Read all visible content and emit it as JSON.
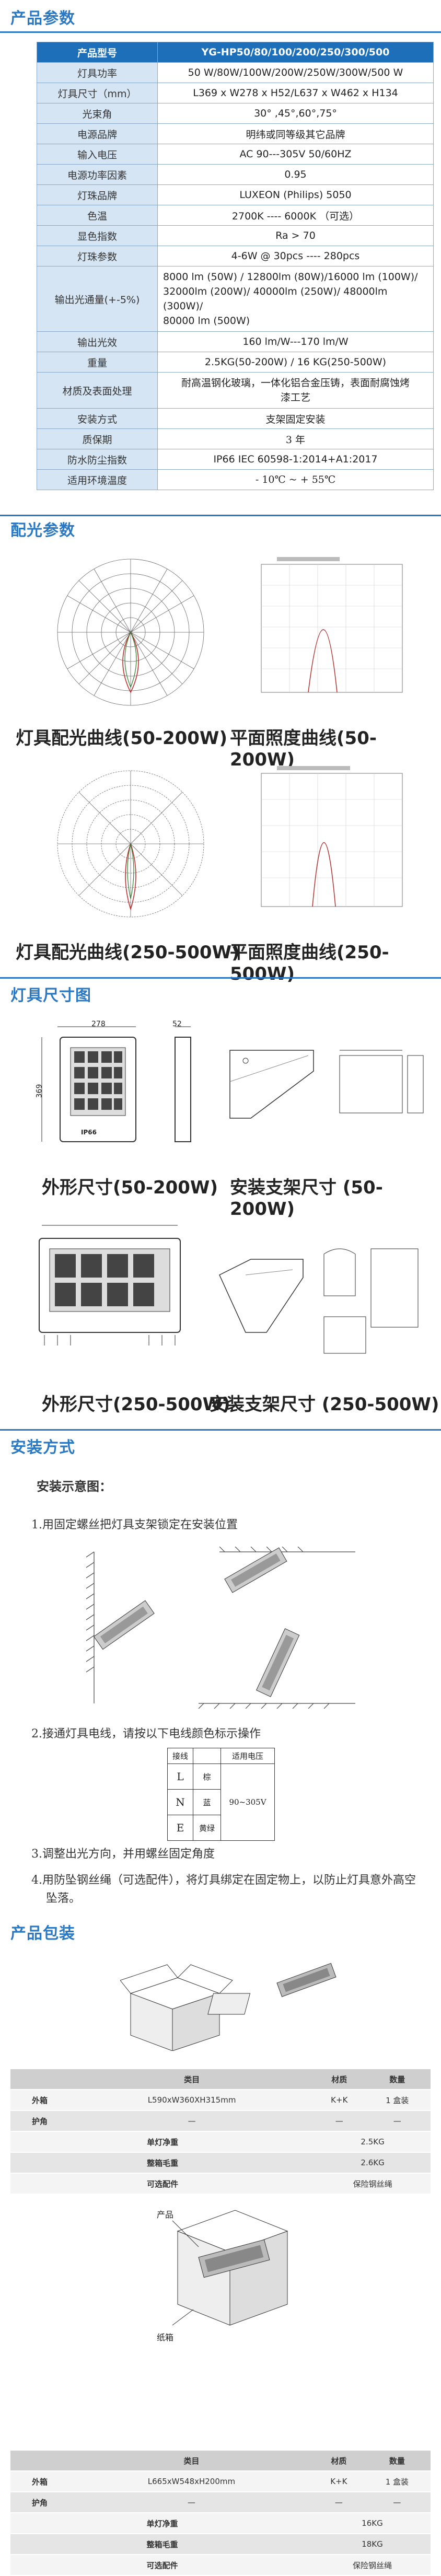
{
  "sections": {
    "params": "产品参数",
    "optics": "配光参数",
    "size": "灯具尺寸图",
    "install": "安装方式",
    "package": "产品包装"
  },
  "spec": {
    "header": {
      "k": "产品型号",
      "v": "YG-HP50/80/100/200/250/300/500"
    },
    "rows": [
      {
        "k": "灯具功率",
        "v": "50 W/80W/100W/200W/250W/300W/500 W"
      },
      {
        "k": "灯具尺寸（mm）",
        "v": "L369 x W278 x H52/L637 x W462 x H134"
      },
      {
        "k": "光束角",
        "v": "30° ,45°,60°,75°"
      },
      {
        "k": "电源品牌",
        "v": "明纬或同等级其它品牌"
      },
      {
        "k": "输入电压",
        "v": "AC 90---305V 50/60HZ"
      },
      {
        "k": "电源功率因素",
        "v": "0.95"
      },
      {
        "k": "灯珠品牌",
        "v": "LUXEON (Philips) 5050"
      },
      {
        "k": "色温",
        "v": "2700K ---- 6000K   （可选）"
      },
      {
        "k": "显色指数",
        "v": "Ra > 70"
      },
      {
        "k": "灯珠参数",
        "v": "4-6W @ 30pcs ---- 280pcs"
      }
    ],
    "flux": {
      "k": "输出光通量(+-5%)",
      "line1": "8000 lm (50W) / 12800lm (80W)/16000 lm (100W)/",
      "line2": "32000lm (200W)/ 40000lm (250W)/ 48000lm (300W)/",
      "line3": "80000 lm (500W)"
    },
    "rows2": [
      {
        "k": "输出光效",
        "v": "160 lm/W---170 lm/W"
      },
      {
        "k": "重量",
        "v": "2.5KG(50-200W) / 16 KG(250-500W)"
      }
    ],
    "material": {
      "k": "材质及表面处理",
      "line1": "耐高温钢化玻璃，一体化铝合金压铸，表面耐腐蚀烤",
      "line2": "漆工艺"
    },
    "rows3": [
      {
        "k": "安装方式",
        "v": "支架固定安装"
      },
      {
        "k": "质保期",
        "v": "3   年"
      },
      {
        "k": "防水防尘指数",
        "v": "IP66 IEC 60598-1:2014+A1:2017"
      },
      {
        "k": "适用环境温度",
        "v": "- 10℃ ~ + 55℃"
      }
    ]
  },
  "optics": {
    "cap1": "灯具配光曲线(50-200W)",
    "cap2": "平面照度曲线(50-200W)",
    "cap3": "灯具配光曲线(250-500W)",
    "cap4": "平面照度曲线(250-500W)"
  },
  "size": {
    "cap1": "外形尺寸(50-200W)",
    "cap2": "安装支架尺寸  (50-200W)",
    "cap3": "外形尺寸(250-500W)",
    "cap4": "安装支架尺寸  (250-500W)",
    "dim_w": "278",
    "dim_h": "369",
    "dim_d": "52",
    "badge": "IP66"
  },
  "install": {
    "subtitle": "安装示意图：",
    "step1": "1.用固定螺丝把灯具支架锁定在安装位置",
    "step2": "2.接通灯具电线，请按以下电线颜色标示操作",
    "step3": "3.调整出光方向，并用螺丝固定角度",
    "step4": "4.用防坠钢丝绳（可选配件），将灯具绑定在固定物上，以防止灯具意外高空",
    "step4b": "坠落。",
    "wire": {
      "h1": "接线",
      "h2": "适用电压",
      "rows": [
        [
          "L",
          "棕"
        ],
        [
          "N",
          "蓝"
        ],
        [
          "E",
          "黄绿"
        ]
      ],
      "voltage": "90~305V"
    }
  },
  "package": {
    "t1": {
      "head": [
        "类目",
        "材质",
        "数量"
      ],
      "rows": [
        [
          "外箱",
          "L590xW360XH315mm",
          "K+K",
          "1 盒装"
        ],
        [
          "护角",
          "—",
          "—",
          "—"
        ]
      ],
      "rows2": [
        [
          "单灯净重",
          "2.5KG"
        ],
        [
          "整箱毛重",
          "2.6KG"
        ],
        [
          "可选配件",
          "保险钢丝绳"
        ]
      ]
    },
    "diagram": {
      "label1": "产品",
      "label2": "纸箱"
    },
    "t2": {
      "head": [
        "类目",
        "材质",
        "数量"
      ],
      "rows": [
        [
          "外箱",
          "L665xW548xH200mm",
          "K+K",
          "1 盒装"
        ],
        [
          "护角",
          "—",
          "—",
          "—"
        ]
      ],
      "rows2": [
        [
          "单灯净重",
          "16KG"
        ],
        [
          "整箱毛重",
          "18KG"
        ],
        [
          "可选配件",
          "保险钢丝绳"
        ]
      ]
    }
  }
}
